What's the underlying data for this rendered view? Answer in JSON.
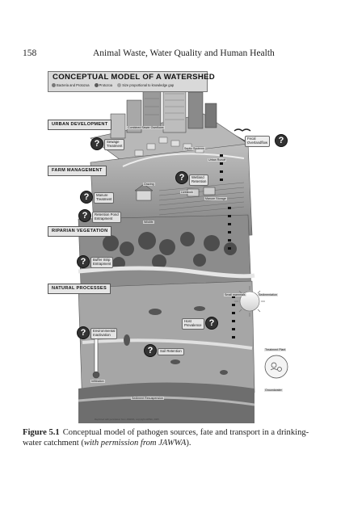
{
  "header": {
    "page_number": "158",
    "running_title": "Animal Waste, Water Quality and Human Health"
  },
  "figure": {
    "title": "CONCEPTUAL MODEL OF A WATERSHED",
    "legend": [
      {
        "label": "Bacteria and Protozoa",
        "color": "#808080"
      },
      {
        "label": "Protozoa",
        "color": "#5a5a5a"
      },
      {
        "label": "Size proportional to knowledge gap",
        "color": "#a0a0a0"
      }
    ],
    "sections": [
      {
        "label": "URBAN DEVELOPMENT"
      },
      {
        "label": "FARM MANAGEMENT"
      },
      {
        "label": "RIPARIAN VEGETATION"
      },
      {
        "label": "NATURAL PROCESSES"
      }
    ],
    "knowledge_gaps": [
      {
        "line1": "Sewage",
        "line2": "Treatment"
      },
      {
        "line1": "Manure",
        "line2": "Treatment"
      },
      {
        "line1": "Retention Pond",
        "line2": "Entrapment"
      },
      {
        "line1": "Buffer Strip",
        "line2": "Entrapment"
      },
      {
        "line1": "Environmental",
        "line2": "Inactivation"
      },
      {
        "line1": "Host",
        "line2": "Prevalence"
      },
      {
        "line1": "Soil Retention",
        "line2": ""
      },
      {
        "line1": "Fecal",
        "line2": "Overlandflow"
      },
      {
        "line1": "Wetland",
        "line2": "Retention"
      }
    ],
    "scene_labels": [
      {
        "text": "Combined Sewer Overflows"
      },
      {
        "text": "Septic Systems"
      },
      {
        "text": "Urban Runoff"
      },
      {
        "text": "Grazing"
      },
      {
        "text": "Livestock"
      },
      {
        "text": "Manure Storage"
      },
      {
        "text": "Wildlife"
      },
      {
        "text": "Small mammals"
      },
      {
        "text": "Sedimentation"
      },
      {
        "text": "Infiltration"
      },
      {
        "text": "Treatment Plant"
      },
      {
        "text": "Groundwater"
      },
      {
        "text": "Sediment Resuspension"
      }
    ],
    "credit": "Reprinted with permission from JAWWA, copyright AWWA, 2005"
  },
  "caption": {
    "label": "Figure 5.1",
    "text_before": "Conceptual model of pathogen sources, fate and transport in a drinking-water catchment (",
    "text_italic": "with permission from JAWWA",
    "text_after": ")."
  }
}
